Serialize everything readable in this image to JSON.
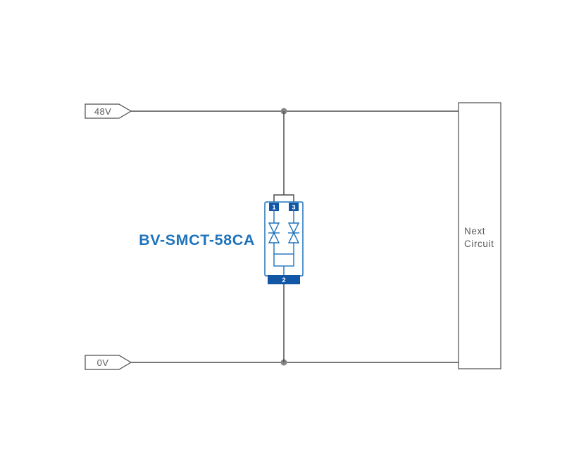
{
  "colors": {
    "wire": "#4d4d4d",
    "label_text": "#5a5a5a",
    "accent": "#1e73bb",
    "pin_fill": "#1256a6",
    "dot": "#858585",
    "bg": "#ffffff"
  },
  "diagram": {
    "rail_top": {
      "label": "48V"
    },
    "rail_bottom": {
      "label": "0V"
    },
    "component": {
      "label": "BV-SMCT-58CA",
      "pin_top_left": "1",
      "pin_top_right": "3",
      "pin_bottom": "2"
    },
    "next_circuit": {
      "line1": "Next",
      "line2": "Circuit"
    }
  }
}
